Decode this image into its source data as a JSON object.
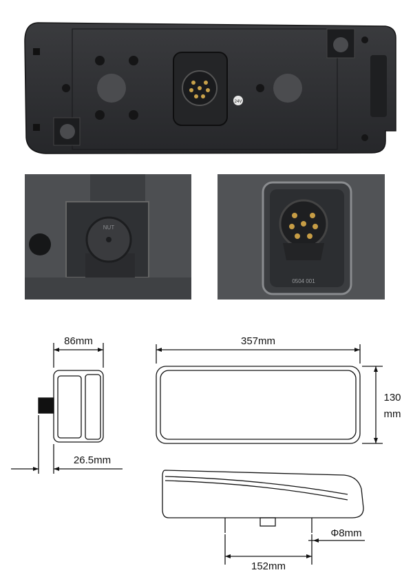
{
  "product_photos": {
    "back_view": {
      "voltage_label": "24V"
    },
    "detail_left": {
      "nut_label": "NUT"
    },
    "detail_right": {
      "connector_label": "0504 001"
    }
  },
  "dimensions": {
    "depth": "86mm",
    "connector_depth": "26.5mm",
    "length": "357mm",
    "height_value": "130",
    "height_unit": "mm",
    "bolt_spacing": "152mm",
    "bolt_diameter": "Φ8mm"
  },
  "colors": {
    "housing": "#2f3033",
    "housing_dark": "#1f2022",
    "background": "#ffffff",
    "line": "#111111"
  }
}
